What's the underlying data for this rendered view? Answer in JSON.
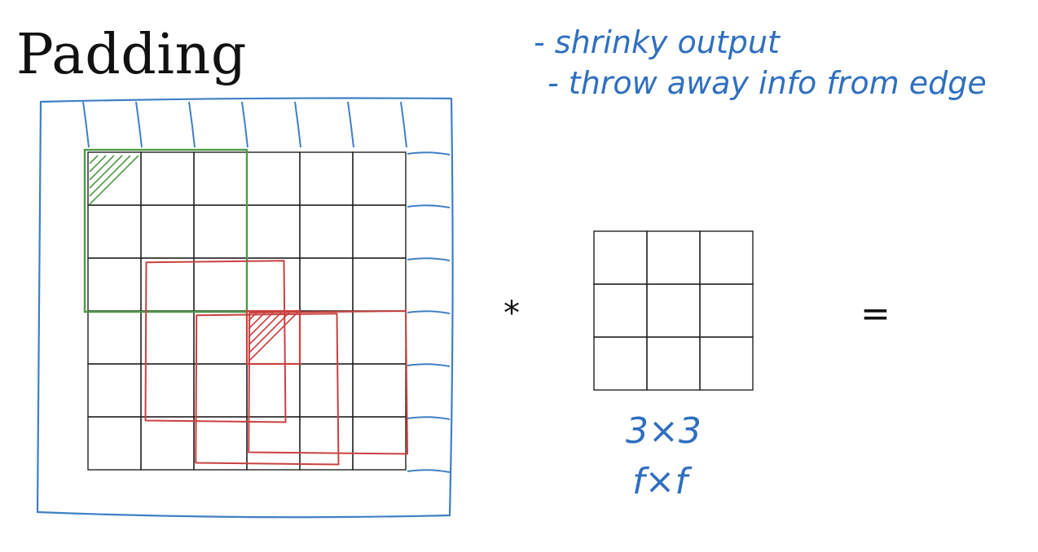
{
  "slide": {
    "title": "Padding",
    "notes": [
      "- shrinky output",
      "- throw away info from edge"
    ],
    "operators": {
      "convolve": "*",
      "equals": "="
    },
    "filter_size": {
      "numeric": "3×3",
      "symbolic": "f×f"
    }
  },
  "input_grid": {
    "rows": 6,
    "cols": 6,
    "padding": 1
  },
  "filter_grid": {
    "rows": 3,
    "cols": 3
  },
  "colors": {
    "grid": "#222222",
    "padding": "#3f7fc4",
    "highlight_green": "#4f9a46",
    "highlight_red": "#c9413f",
    "notes": "#2f6fc0"
  }
}
